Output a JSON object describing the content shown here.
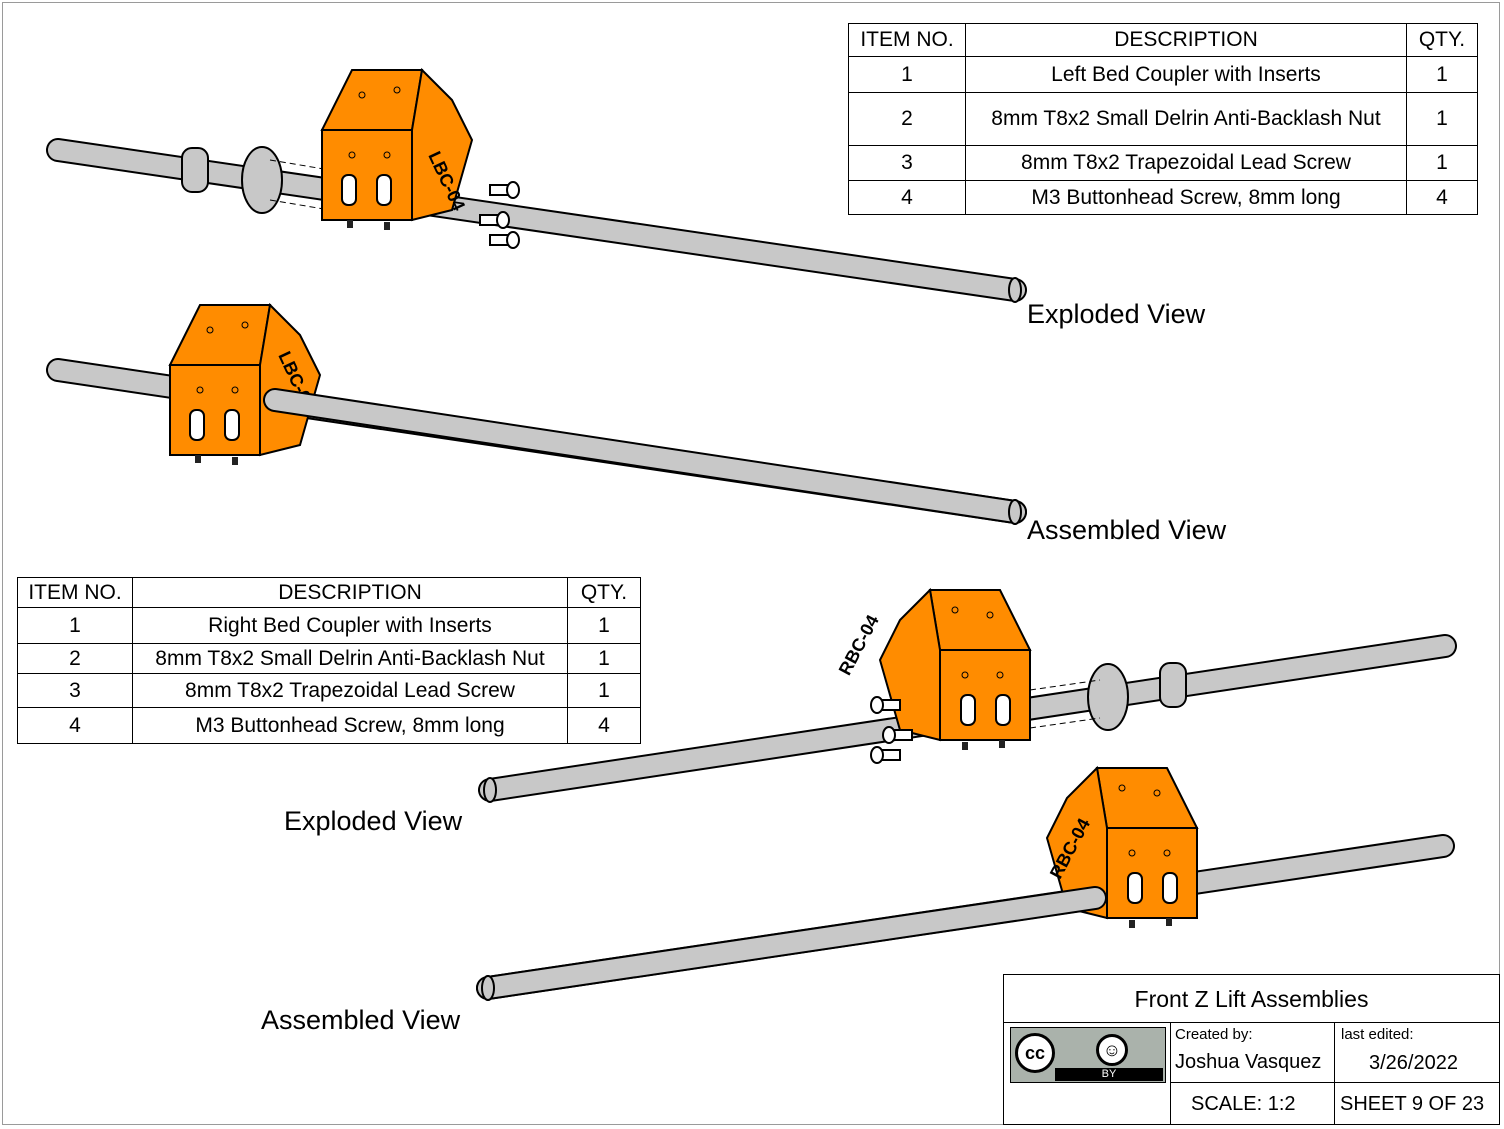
{
  "top_bom": {
    "headers": [
      "ITEM NO.",
      "DESCRIPTION",
      "QTY."
    ],
    "rows": [
      [
        "1",
        "Left Bed Coupler with Inserts",
        "1"
      ],
      [
        "2",
        "8mm T8x2 Small Delrin Anti-Backlash Nut",
        "1"
      ],
      [
        "3",
        "8mm T8x2 Trapezoidal Lead Screw",
        "1"
      ],
      [
        "4",
        "M3 Buttonhead Screw, 8mm long",
        "4"
      ]
    ]
  },
  "bottom_bom": {
    "headers": [
      "ITEM NO.",
      "DESCRIPTION",
      "QTY."
    ],
    "rows": [
      [
        "1",
        "Right Bed Coupler with Inserts",
        "1"
      ],
      [
        "2",
        "8mm T8x2 Small Delrin Anti-Backlash Nut",
        "1"
      ],
      [
        "3",
        "8mm T8x2 Trapezoidal Lead Screw",
        "1"
      ],
      [
        "4",
        "M3 Buttonhead Screw, 8mm long",
        "4"
      ]
    ]
  },
  "views": {
    "left_exploded": "Exploded View",
    "left_assembled": "Assembled View",
    "right_exploded": "Exploded View",
    "right_assembled": "Assembled View"
  },
  "part_labels": {
    "left": "LBC-04",
    "right": "RBC-04"
  },
  "title_block": {
    "title": "Front Z Lift Assemblies",
    "created_by_label": "Created by:",
    "author": "Joshua Vasquez",
    "last_edited_label": "last edited:",
    "date": "3/26/2022",
    "scale": "SCALE: 1:2",
    "sheet": "SHEET 9 OF 23",
    "license_cc": "cc",
    "license_by": "BY"
  },
  "colors": {
    "part_orange": "#ff8c00",
    "rod_gray": "#c8c8c8",
    "outline": "#000000"
  }
}
